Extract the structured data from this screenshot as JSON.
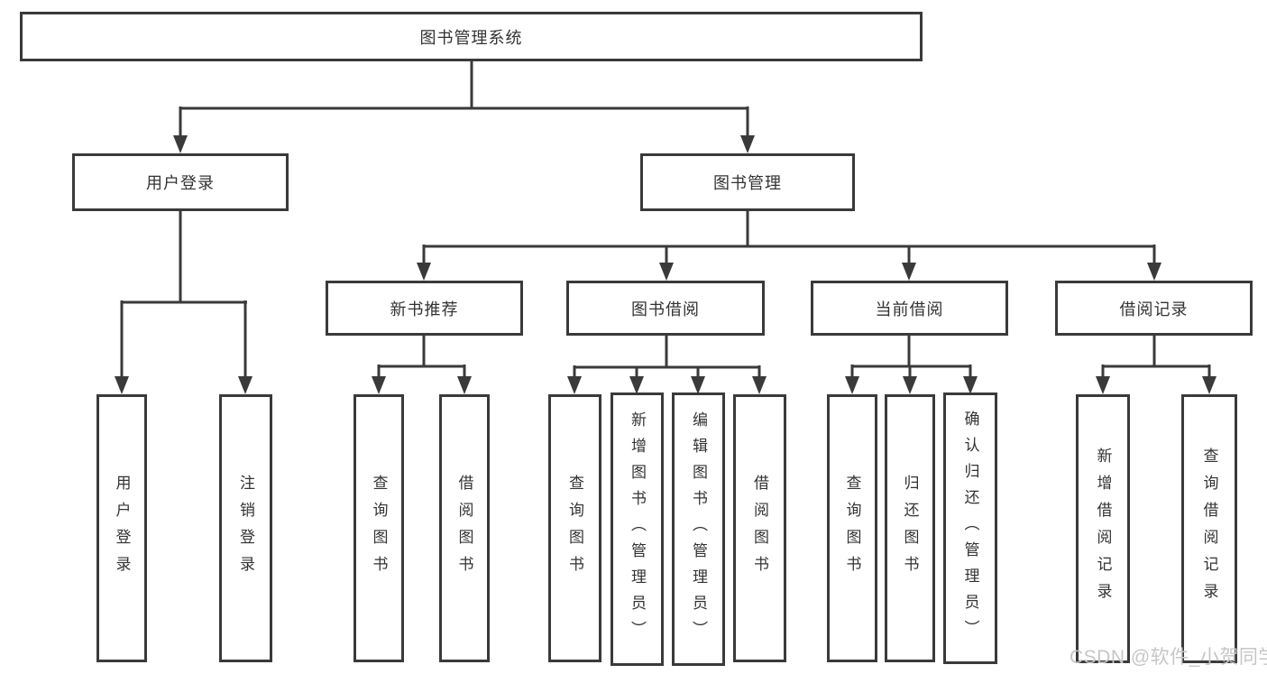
{
  "diagram_title": "图书管理系统",
  "tree": {
    "label": "图书管理系统",
    "children": [
      {
        "label": "用户登录",
        "children": [
          {
            "label": "用户登录"
          },
          {
            "label": "注销登录"
          }
        ]
      },
      {
        "label": "图书管理",
        "children": [
          {
            "label": "新书推荐",
            "children": [
              {
                "label": "查询图书"
              },
              {
                "label": "借阅图书"
              }
            ]
          },
          {
            "label": "图书借阅",
            "children": [
              {
                "label": "查询图书"
              },
              {
                "label": "新增图书（管理员）"
              },
              {
                "label": "编辑图书（管理员）"
              },
              {
                "label": "借阅图书"
              }
            ]
          },
          {
            "label": "当前借阅",
            "children": [
              {
                "label": "查询图书"
              },
              {
                "label": "归还图书"
              },
              {
                "label": "确认归还（管理员）"
              }
            ]
          },
          {
            "label": "借阅记录",
            "children": [
              {
                "label": "新增借阅记录"
              },
              {
                "label": "查询借阅记录"
              }
            ]
          }
        ]
      }
    ]
  },
  "watermark": {
    "text": "CSDN @软件_小贺同学"
  },
  "colors": {
    "line": "#3a3a3a",
    "box_border": "#3a3a3a",
    "text": "#333333",
    "watermark": "#c6c6c6",
    "background": "#ffffff"
  }
}
